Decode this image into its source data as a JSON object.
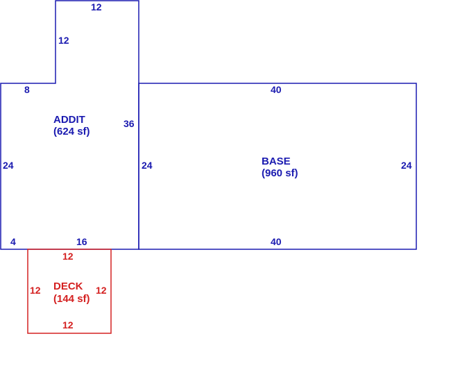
{
  "colors": {
    "main": "#1a1ab0",
    "deck": "#d42020"
  },
  "areas": {
    "addit": {
      "name": "ADDIT",
      "size": "(624 sf)",
      "dims": {
        "top": "12",
        "tower_side": "12",
        "step": "8",
        "right": "36",
        "left": "24",
        "bottom_left": "4",
        "bottom": "16"
      }
    },
    "base": {
      "name": "BASE",
      "size": "(960 sf)",
      "dims": {
        "top": "40",
        "left": "24",
        "right": "24",
        "bottom": "40"
      }
    },
    "deck": {
      "name": "DECK",
      "size": "(144 sf)",
      "dims": {
        "top": "12",
        "left": "12",
        "right": "12",
        "bottom": "12"
      }
    }
  }
}
